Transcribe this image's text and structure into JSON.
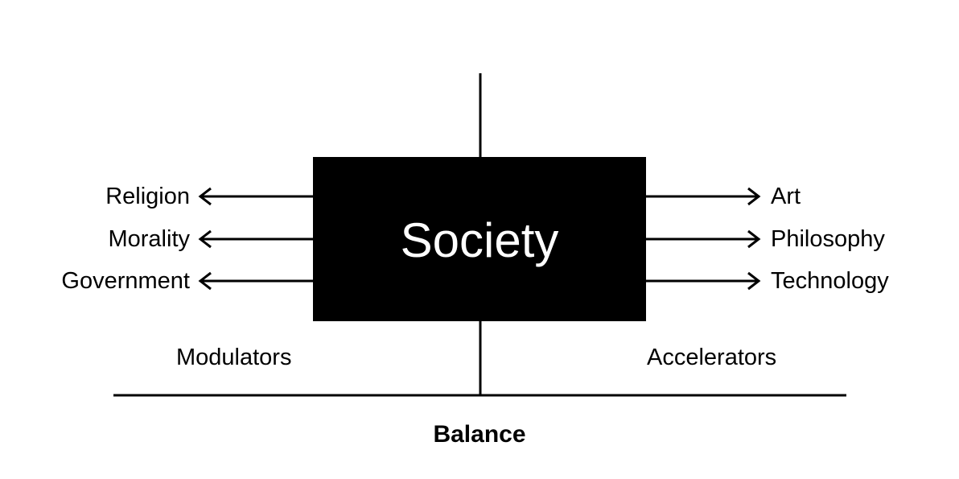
{
  "center": {
    "label": "Society"
  },
  "left": {
    "items": [
      "Religion",
      "Morality",
      "Government"
    ],
    "group_label": "Modulators"
  },
  "right": {
    "items": [
      "Art",
      "Philosophy",
      "Technology"
    ],
    "group_label": "Accelerators"
  },
  "axis": {
    "label": "Balance"
  }
}
